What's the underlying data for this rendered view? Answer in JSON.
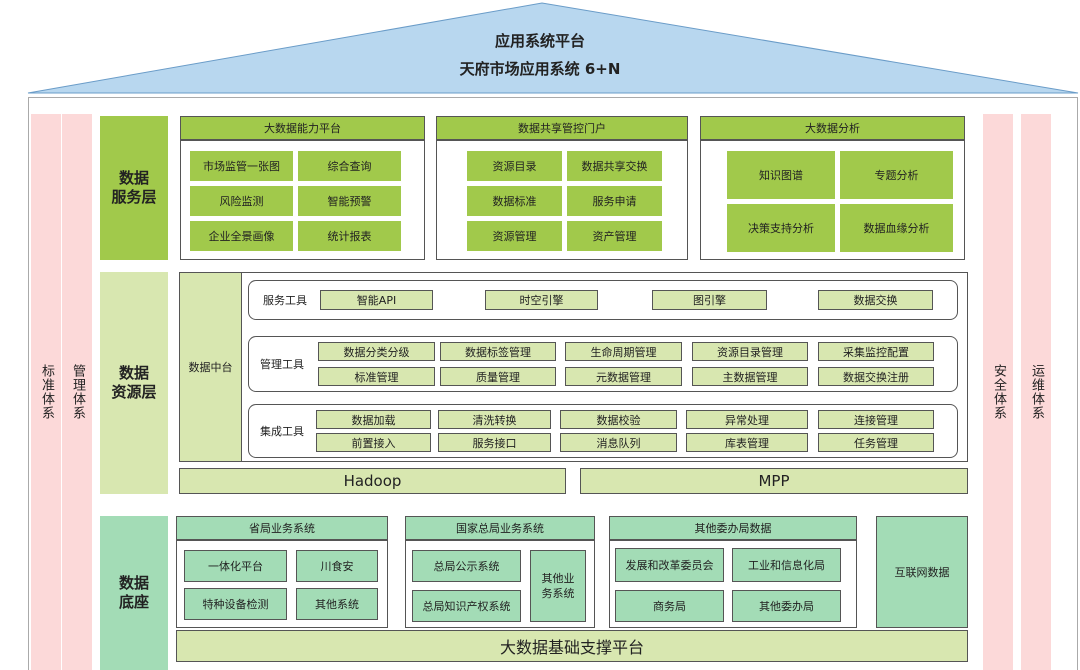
{
  "roof": {
    "title": "应用系统平台",
    "subtitle": "天府市场应用系统  6+N"
  },
  "pillars": {
    "standard": "标准体系",
    "management": "管理体系",
    "security": "安全体系",
    "ops": "运维体系"
  },
  "service_layer": {
    "label": "数据\n服务层",
    "groups": [
      {
        "title": "大数据能力平台",
        "items": [
          "市场监管一张图",
          "综合查询",
          "风险监测",
          "智能预警",
          "企业全景画像",
          "统计报表"
        ]
      },
      {
        "title": "数据共享管控门户",
        "items": [
          "资源目录",
          "数据共享交换",
          "数据标准",
          "服务申请",
          "资源管理",
          "资产管理"
        ]
      },
      {
        "title": "大数据分析",
        "items": [
          "知识图谱",
          "专题分析",
          "决策支持分析",
          "数据血缘分析"
        ]
      }
    ]
  },
  "resource_layer": {
    "label": "数据\n资源层",
    "center": "数据中台",
    "service_tools": {
      "label": "服务工具",
      "items": [
        "智能API",
        "时空引擎",
        "图引擎",
        "数据交换"
      ]
    },
    "mgmt_tools": {
      "label": "管理工具",
      "items": [
        "数据分类分级",
        "数据标签管理",
        "生命周期管理",
        "资源目录管理",
        "采集监控配置",
        "标准管理",
        "质量管理",
        "元数据管理",
        "主数据管理",
        "数据交换注册"
      ]
    },
    "integ_tools": {
      "label": "集成工具",
      "items": [
        "数据加载",
        "清洗转换",
        "数据校验",
        "异常处理",
        "连接管理",
        "前置接入",
        "服务接口",
        "消息队列",
        "库表管理",
        "任务管理"
      ]
    },
    "hadoop": "Hadoop",
    "mpp": "MPP"
  },
  "base_layer": {
    "label": "数据\n底座",
    "province": {
      "title": "省局业务系统",
      "items": [
        "一体化平台",
        "川食安",
        "特种设备检测",
        "其他系统"
      ]
    },
    "national": {
      "title": "国家总局业务系统",
      "items": [
        "总局公示系统",
        "总局知识产权系统",
        "其他业务系统"
      ]
    },
    "other": {
      "title": "其他委办局数据",
      "items": [
        "发展和改革委员会",
        "工业和信息化局",
        "商务局",
        "其他委办局"
      ]
    },
    "internet": "互联网数据",
    "platform": "大数据基础支撑平台"
  },
  "colors": {
    "green": "#a1c94b",
    "light_green": "#d8e7b0",
    "mint": "#a3dcb6",
    "pink": "#fcd9d9",
    "roof": "#b8d7ef"
  }
}
